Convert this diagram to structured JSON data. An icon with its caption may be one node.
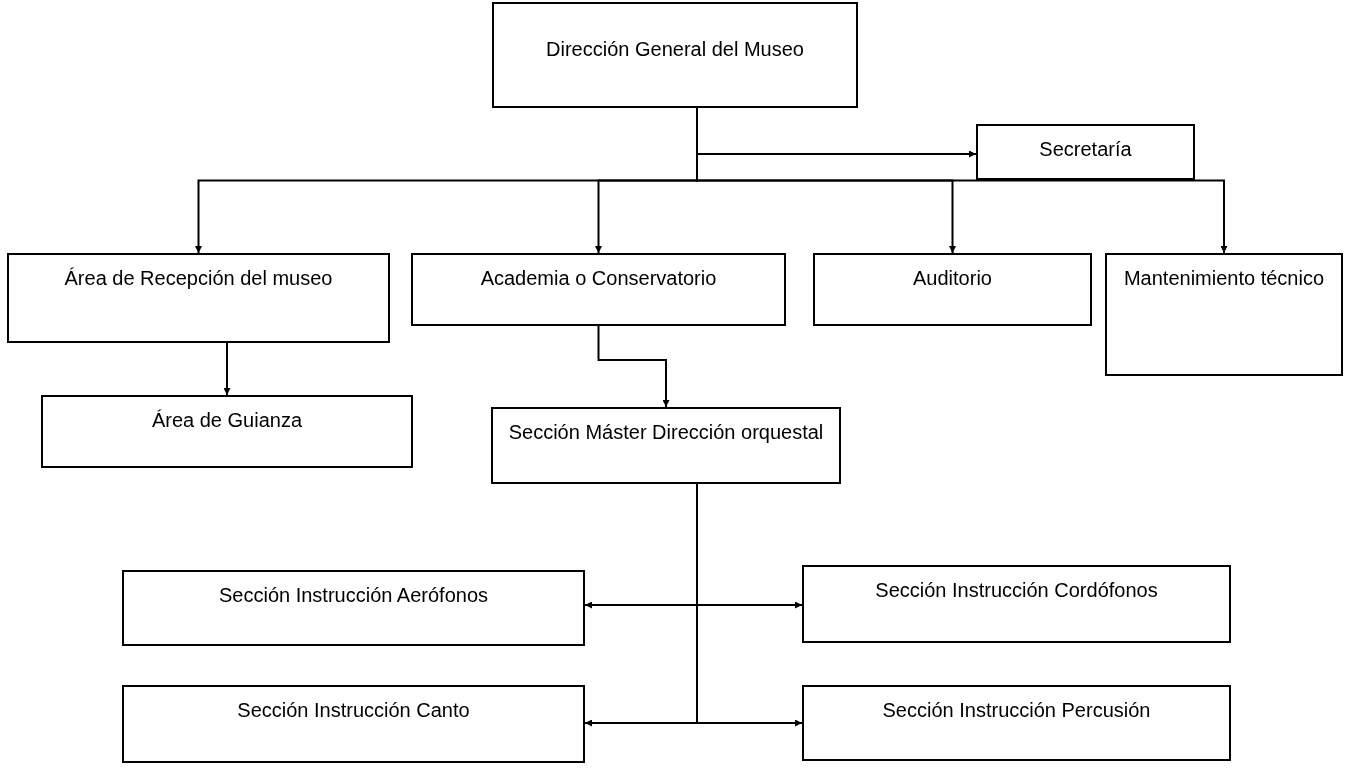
{
  "diagram": {
    "nodes": [
      {
        "text": [
          "Dirección General del Museo"
        ]
      },
      {
        "text": [
          "Secretaría"
        ]
      },
      {
        "text": [
          "Área de Recepción del museo"
        ]
      },
      {
        "text": [
          "Academia o Conservatorio"
        ]
      },
      {
        "text": [
          "Auditorio"
        ]
      },
      {
        "text": [
          "Mantenimiento técnico"
        ]
      },
      {
        "text": [
          "Área de Guianza"
        ]
      },
      {
        "text": [
          "Sección Máster Dirección orquestal"
        ]
      },
      {
        "text": [
          "Sección Instrucción Aerófonos"
        ]
      },
      {
        "text": [
          "Sección Instrucción Cordófonos"
        ]
      },
      {
        "text": [
          "Sección Instrucción Canto"
        ]
      },
      {
        "text": [
          "Sección Instrucción Percusión"
        ]
      }
    ],
    "edges": [
      {
        "from": 0,
        "to": 1,
        "arrow": "to"
      },
      {
        "from": 0,
        "to": 2,
        "arrow": "to"
      },
      {
        "from": 0,
        "to": 3,
        "arrow": "to"
      },
      {
        "from": 0,
        "to": 4,
        "arrow": "to"
      },
      {
        "from": 0,
        "to": 5,
        "arrow": "to"
      },
      {
        "from": 2,
        "to": 6,
        "arrow": "to"
      },
      {
        "from": 3,
        "to": 7,
        "arrow": "to"
      },
      {
        "from": 7,
        "to": 8,
        "arrow": "to"
      },
      {
        "from": 7,
        "to": 9,
        "arrow": "to"
      },
      {
        "from": 7,
        "to": 10,
        "arrow": "to"
      },
      {
        "from": 7,
        "to": 11,
        "arrow": "to"
      }
    ]
  }
}
